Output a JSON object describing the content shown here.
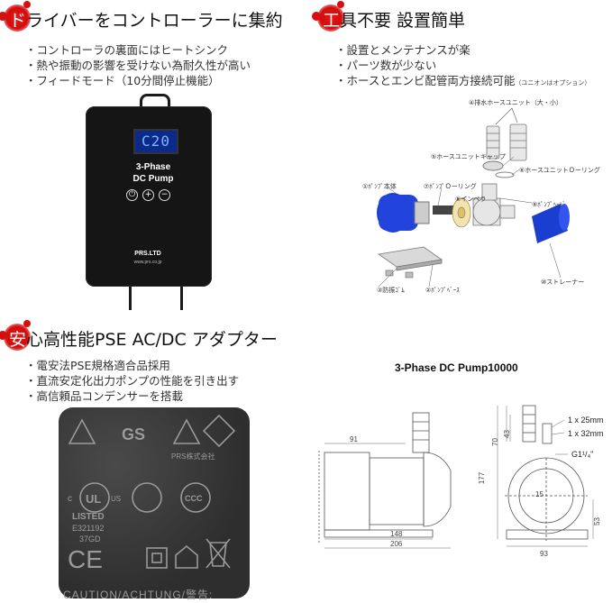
{
  "sections": {
    "driver": {
      "heading_first": "ド",
      "heading_rest": "ライバーをコントローラーに集約",
      "bullets": [
        "・コントローラの裏面にはヒートシンク",
        "・熱や振動の影響を受けない為耐久性が高い",
        "・フィードモード（10分間停止機能）"
      ]
    },
    "tools": {
      "heading_first": "工",
      "heading_rest": "具不要 設置簡単",
      "bullets": [
        "・設置とメンテナンスが楽",
        "・パーツ数が少ない",
        "・ホースとエンビ配管両方接続可能"
      ],
      "bullet_note": "（ユニオンはオプション）"
    },
    "adapter": {
      "heading_first": "安",
      "heading_rest": "心高性能PSE AC/DC アダプター",
      "bullets": [
        "・電安法PSE規格適合品採用",
        "・直流安定化出力ポンプの性能を引き出す",
        "・高信頼品コンデンサーを搭載"
      ]
    }
  },
  "controller": {
    "display": "C20",
    "name_line1": "3-Phase",
    "name_line2": "DC Pump",
    "btn_power": "⏻",
    "btn_plus": "+",
    "btn_minus": "−",
    "brand": "PRS.LTD",
    "url": "www.prs.co.jp"
  },
  "parts": {
    "p1": "①ﾎﾟﾝﾌﾟ本体",
    "p2": "②ﾎﾟﾝﾌﾟﾍﾞｰｽ",
    "p3": "③防振ｺﾞﾑ",
    "p4": "④排水ホースユニット（大・小）",
    "p5": "⑤ホースユニットキャップ",
    "p6": "⑥ホースユニットＯーリング",
    "p7": "⑦ﾎﾟﾝﾌﾟＯーリング",
    "p8": "⑧インペラ",
    "p9": "⑨ﾎﾟﾝﾌﾟﾍｯﾄﾞ",
    "p10": "⑩ストレーナー"
  },
  "adapter_label": {
    "brand": "PRS株式会社",
    "listed": "LISTED",
    "file_no": "E321192",
    "code": "37GD",
    "caution": "CAUTION/ACHTUNG/警告:",
    "ul": "UL",
    "ccc": "CCC",
    "ce": "CE",
    "gs": "GS",
    "c_mark": "c",
    "us_mark": "US"
  },
  "diagram": {
    "title": "3-Phase DC Pump10000",
    "dims": {
      "d91": "91",
      "d148": "148",
      "d206": "206",
      "d177": "177",
      "d93": "93",
      "d70": "70",
      "d43": "43",
      "d53": "53",
      "d15": "15",
      "hose1": "1 x 25mm",
      "hose2": "1 x 32mm",
      "thread": "G1¹/₄\""
    }
  },
  "colors": {
    "accent_red": "#d20c0c",
    "pump_blue": "#1a3fd0",
    "lcd_blue": "#0b2a8a"
  }
}
